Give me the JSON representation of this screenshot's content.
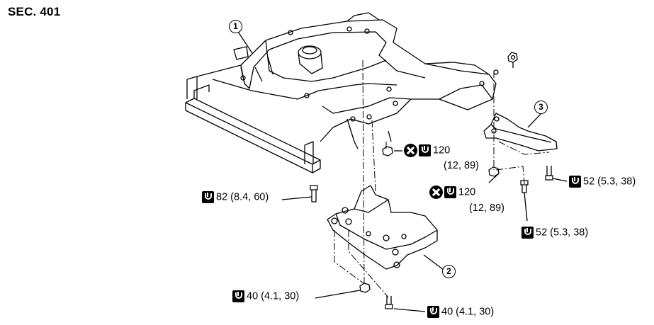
{
  "section": "SEC. 401",
  "callouts": {
    "one": "1",
    "two": "2",
    "three": "3"
  },
  "torques": {
    "t82": "82 (8.4, 60)",
    "t120a_val": "120",
    "t120a_sub": "(12, 89)",
    "t120b_val": "120",
    "t120b_sub": "(12, 89)",
    "t52a": "52 (5.3, 38)",
    "t52b": "52 (5.3, 38)",
    "t40a": "40 (4.1, 30)",
    "t40b": "40 (4.1, 30)"
  },
  "icons": {
    "tightening_torque": "wrench-icon",
    "do_not_reuse": "no-reuse-icon"
  }
}
